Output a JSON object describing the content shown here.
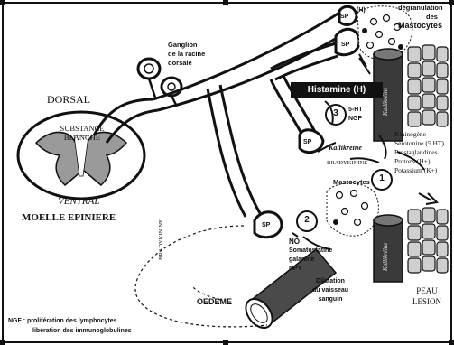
{
  "labels": {
    "ganglion": [
      "Ganglion",
      "de la racine",
      "dorsale"
    ],
    "degranulation_top": [
      "dégranulation",
      "des"
    ],
    "mastocytes_top": "Mastocytes",
    "H_small": "(H)",
    "histamine": "Histamine (H)",
    "serotonin_ngf": [
      "5-HT",
      "NGF"
    ],
    "dorsal": "DORSAL",
    "substance_blanche": [
      "SUBSTANCE",
      "BLANCHE"
    ],
    "ventral": "VENTRAL",
    "moelle": "MOELLE EPINIERE",
    "kallikreine": "Kallikréine",
    "bradykinine_mid": "BRADYKININE",
    "mediators": [
      "Kininogène",
      "Sérotonine (5 HT)",
      "Prostaglandines",
      "Protons (H+)",
      "Potassium (K+)"
    ],
    "mastocytes_bottom": "Mastocytes",
    "no_list": [
      "NO",
      "Somatostatine",
      "galanine",
      "NPY"
    ],
    "bradykinine_left": "BRADYKININE",
    "oedeme": "OEDEME",
    "dilatation": [
      "Dilatation",
      "du vaisseau",
      "sanguin"
    ],
    "peau": [
      "PEAU",
      "LESION"
    ],
    "ngf_note": [
      "NGF : prolifération des lymphocytes",
      "libération des immunoglobulines"
    ],
    "sp": "SP",
    "circle_1": "1",
    "circle_2": "2",
    "circle_3": "3",
    "vessel_label": "Kallikréine"
  },
  "colors": {
    "black": "#111111",
    "gray_matter": "#9a9a9a",
    "vessel_dark": "#4a4a4a",
    "tissue_cell": "#cfcfcf"
  }
}
